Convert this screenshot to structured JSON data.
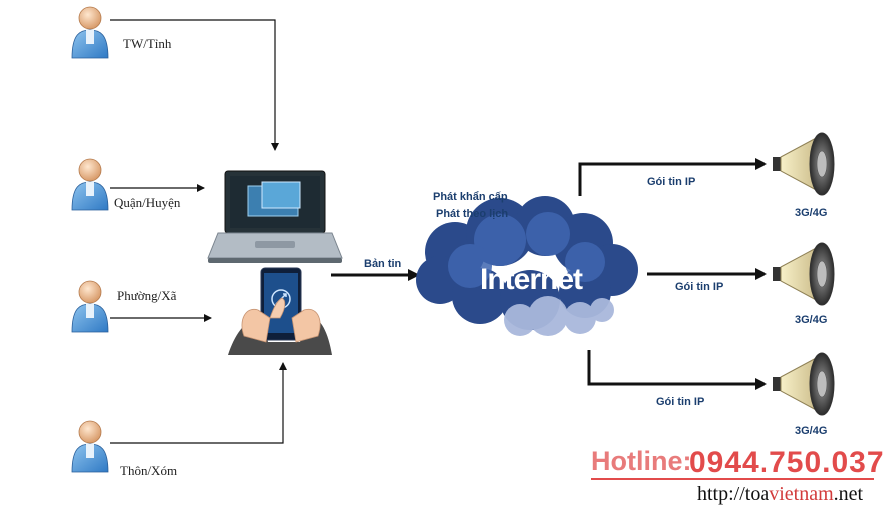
{
  "users": [
    {
      "label": "TW/Tỉnh"
    },
    {
      "label": "Quận/Huyện"
    },
    {
      "label": "Phường/Xã"
    },
    {
      "label": "Thôn/Xóm"
    }
  ],
  "center": {
    "ban_tin": "Bản tin",
    "cloud_line1": "Phát khẩn cấp",
    "cloud_line2": "Phát theo lịch",
    "internet": "Internet"
  },
  "outputs": [
    {
      "packet": "Gói tin IP",
      "network": "3G/4G"
    },
    {
      "packet": "Gói tin IP",
      "network": "3G/4G"
    },
    {
      "packet": "Gói tin IP",
      "network": "3G/4G"
    }
  ],
  "contact": {
    "hotline_label": "Hotline:",
    "hotline_number": "0944.750.037",
    "url_prefix": "http://toa",
    "url_brand": "vietnam",
    "url_suffix": ".net"
  },
  "colors": {
    "accent_red": "#e24b4b",
    "cloud_blue": "#2c4f95",
    "arrow": "#111111"
  }
}
